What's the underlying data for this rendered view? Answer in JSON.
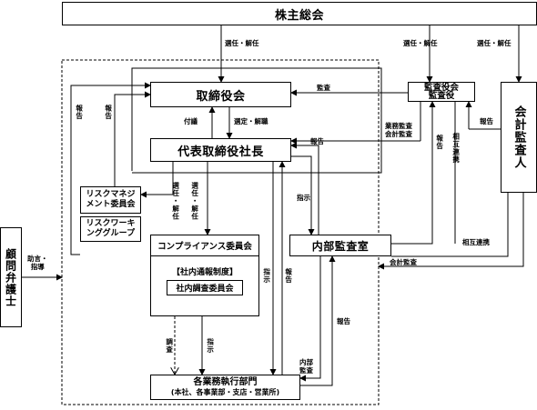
{
  "nodes": {
    "shareholders_meeting": "株主総会",
    "board": "取締役会",
    "president": "代表取締役社長",
    "risk_mgmt_committee": [
      "リスクマネジ",
      "メント委員会"
    ],
    "risk_working_group": [
      "リスクワーキ",
      "ンググループ"
    ],
    "compliance_committee": "コンプライアンス委員会",
    "whistleblowing": "【社内通報制度】",
    "internal_investigation": "社内調査委員会",
    "business_divisions": [
      "各業務執行部門",
      "(本社、各事業部・支店・営業所)"
    ],
    "internal_audit": "内部監査室",
    "auditors": [
      "監査役会",
      "監査役"
    ],
    "accounting_auditor": "会計監査人",
    "legal_advisor": "顧問弁護士"
  },
  "edge_labels": {
    "elect_dismiss": "選任・解任",
    "audit": "監査",
    "report": "報告",
    "supervise": "付議",
    "elect_dismiss2": "選定・解職",
    "business_accounting_audit": [
      "業務監査",
      "会計監査"
    ],
    "mutual_cooperation": "相互連携",
    "instruct": "指示",
    "accounting_audit": "会計監査",
    "advice": [
      "助言・",
      "指導"
    ],
    "investigate": "調査",
    "internal_audit_label": [
      "内部",
      "監査"
    ]
  }
}
